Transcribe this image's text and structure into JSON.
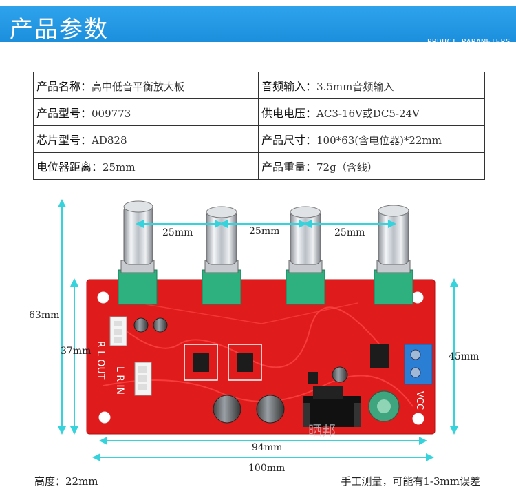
{
  "header": {
    "title": "产品参数",
    "subtitle": "PRDUCT PARAMETERS"
  },
  "params": {
    "rows": [
      {
        "l1": "产品名称：",
        "v1": "高中低音平衡放大板",
        "l2": "音频输入：",
        "v2": "3.5mm音频输入"
      },
      {
        "l1": "产品型号：",
        "v1": "009773",
        "l2": "供电电压：",
        "v2": "AC3-16V或DC5-24V"
      },
      {
        "l1": "芯片型号：",
        "v1": "AD828",
        "l2": "产品尺寸：",
        "v2": "100*63(含电位器)*22mm"
      },
      {
        "l1": "电位器距离：",
        "v1": "25mm",
        "l2": "产品重量：",
        "v2": "72g（含线）"
      }
    ]
  },
  "dimensions": {
    "knob_gap_1": "25mm",
    "knob_gap_2": "25mm",
    "knob_gap_3": "25mm",
    "height_total": "63mm",
    "height_left": "37mm",
    "height_right": "45mm",
    "width_inner": "94mm",
    "width_total": "100mm"
  },
  "board_labels": {
    "rl_out": "R L OUT",
    "lr_in": "L R IN",
    "vcc": "VCC",
    "watermark": "晒邦"
  },
  "footer": {
    "left": "高度：22mm",
    "right": "手工测量，可能有1-3mm误差"
  },
  "colors": {
    "banner": "#1f93e0",
    "board": "#e01b1b",
    "dimension_arrow": "#36d3dc"
  }
}
